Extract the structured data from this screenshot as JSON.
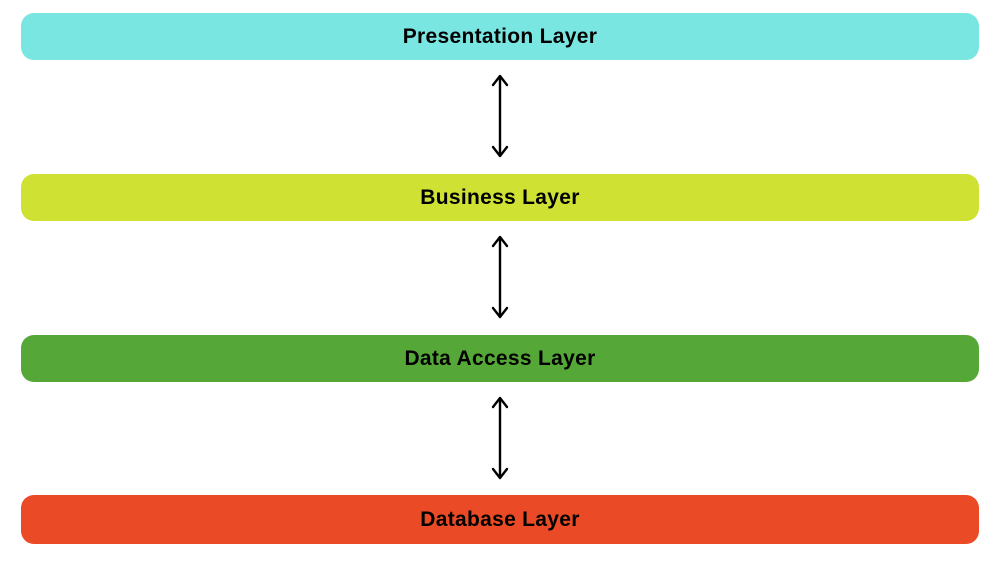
{
  "diagram": {
    "type": "layered-architecture",
    "background": "#FFFFFF",
    "text_color": "#000000",
    "arrow_color": "#000000",
    "layers": [
      {
        "id": "presentation-layer",
        "label": "Presentation Layer",
        "color": "#7AE6E1"
      },
      {
        "id": "business-layer",
        "label": "Business Layer",
        "color": "#CFE234"
      },
      {
        "id": "data-access-layer",
        "label": "Data Access Layer",
        "color": "#55A837"
      },
      {
        "id": "database-layer",
        "label": "Database Layer",
        "color": "#EA4A25"
      }
    ],
    "connectors": [
      {
        "type": "double-arrow",
        "from": "Presentation Layer",
        "to": "Business Layer"
      },
      {
        "type": "double-arrow",
        "from": "Business Layer",
        "to": "Data Access Layer"
      },
      {
        "type": "double-arrow",
        "from": "Data Access Layer",
        "to": "Database Layer"
      }
    ]
  }
}
